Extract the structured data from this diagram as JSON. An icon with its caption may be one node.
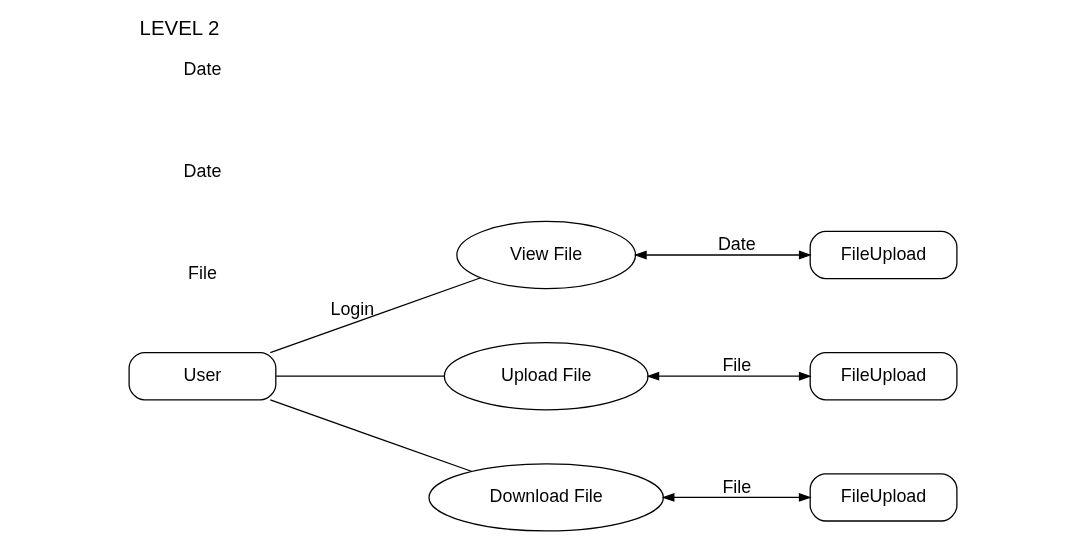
{
  "diagram": {
    "title": "LEVEL 2",
    "nodes": [
      {
        "text": [
          "User"
        ]
      },
      {
        "text": [
          "View File"
        ]
      },
      {
        "text": [
          "Upload File"
        ]
      },
      {
        "text": [
          "Download File"
        ]
      },
      {
        "text": [
          "FileUpload"
        ]
      },
      {
        "text": [
          "FileUpload"
        ]
      },
      {
        "text": [
          "FileUpload"
        ]
      }
    ],
    "edges": [
      {
        "from": 0,
        "to": 1,
        "arrow": "none",
        "label": "Login"
      },
      {
        "from": 0,
        "to": 2,
        "arrow": "none"
      },
      {
        "from": 0,
        "to": 3,
        "arrow": "none"
      },
      {
        "from": 1,
        "to": 4,
        "arrow": "both",
        "label": "Date"
      },
      {
        "from": 2,
        "to": 5,
        "arrow": "both",
        "label": "File"
      },
      {
        "from": 3,
        "to": 6,
        "arrow": "both",
        "label": "File"
      }
    ],
    "labels": [
      "File",
      "Date",
      "Date"
    ]
  }
}
